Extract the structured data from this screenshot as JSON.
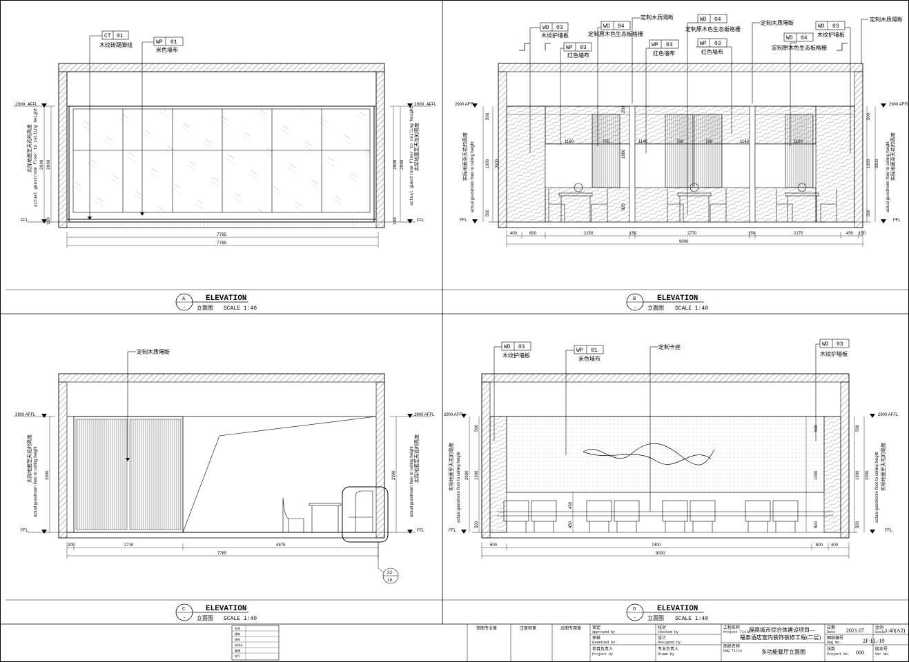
{
  "elevations": {
    "A": {
      "letter": "A",
      "title": "ELEVATION",
      "subtitle": "立面图",
      "scale": "SCALE 1:40",
      "callouts": [
        {
          "code": "CT",
          "num": "01",
          "desc": "木纹砖踢脚线"
        },
        {
          "code": "WP",
          "num": "01",
          "desc": "米色墙布"
        }
      ],
      "left_height_note_cn": "实际地面至天花的高度",
      "left_height_note_en": "actual guestroom floor to ceiling height",
      "level_top": "2900 AFFL",
      "level_floor": "FFL",
      "dims_left": [
        "2900",
        "2800",
        "100"
      ],
      "dims_right": [
        "2800",
        "2900",
        "100"
      ],
      "width_dims": [
        "7785",
        "7785"
      ]
    },
    "B": {
      "letter": "B",
      "title": "ELEVATION",
      "subtitle": "立面图",
      "scale": "SCALE 1:40",
      "callouts": [
        {
          "code": "WD",
          "num": "03",
          "desc": "木纹护墙板"
        },
        {
          "code": "WP",
          "num": "03",
          "desc": "红色墙布"
        },
        {
          "code": "WD",
          "num": "04",
          "desc": "定制原木色生态板格栅"
        },
        {
          "code": "WP",
          "num": "03",
          "desc": "红色墙布"
        },
        {
          "code": "WD",
          "num": "04",
          "desc": "定制原木色生态板格栅"
        },
        {
          "code": "WP",
          "num": "03",
          "desc": "红色墙布"
        },
        {
          "code": "WD",
          "num": "04",
          "desc": "定制原木色生态板格栅"
        },
        {
          "code": "WD",
          "num": "03",
          "desc": "木纹护墙板"
        }
      ],
      "notes": [
        "定制木质隔断",
        "定制木质隔断",
        "定制木质隔断"
      ],
      "level_top": "2900 AFFL",
      "level_floor": "FFL",
      "dims_left": [
        "500",
        "1900",
        "500",
        "2900"
      ],
      "dims_right": [
        "500",
        "1900",
        "500",
        "2900"
      ],
      "inner_dims": [
        "1160",
        "700",
        "1880",
        "1140",
        "700",
        "700",
        "1140",
        "1160",
        "200",
        "820"
      ],
      "bottom_dims": [
        "400",
        "600",
        "2150",
        "150",
        "2770",
        "150",
        "2175",
        "450",
        "150"
      ],
      "total": "9000"
    },
    "C": {
      "letter": "C",
      "title": "ELEVATION",
      "subtitle": "立面图",
      "scale": "SCALE 1:40",
      "note": "定制木质隔断",
      "level_top": "2900 AFFL",
      "level_floor": "FFL",
      "dims_left": [
        "2900"
      ],
      "dims_right": [
        "2900"
      ],
      "bottom_dims": [
        "200",
        "2710",
        "4875"
      ],
      "total": "7785",
      "detail_num": "22",
      "detail_sheet": "10"
    },
    "D": {
      "letter": "D",
      "title": "ELEVATION",
      "subtitle": "立面图",
      "scale": "SCALE 1:40",
      "callouts": [
        {
          "code": "WD",
          "num": "03",
          "desc": "木纹护墙板"
        },
        {
          "code": "WP",
          "num": "01",
          "desc": "米色墙布"
        },
        {
          "code": "WD",
          "num": "03",
          "desc": "木纹护墙板"
        }
      ],
      "note": "定制卡座",
      "level_top": "2900 AFFL",
      "level_floor": "FFL",
      "dims_left": [
        "500",
        "1900",
        "500",
        "2900"
      ],
      "dims_right": [
        "500",
        "1900",
        "500",
        "2900"
      ],
      "inner_dims": [
        "500",
        "1900",
        "500",
        "450",
        "450"
      ],
      "bottom_dims": [
        "600",
        "7400",
        "600",
        "400"
      ],
      "total": "9000"
    }
  },
  "title_block": {
    "stamps": [
      "审图专业章",
      "注册师章",
      "出图专用章"
    ],
    "approved_by": "审定",
    "approved_by_en": "Approved by",
    "checked_by": "校对",
    "checked_by_en": "Checked by",
    "examined_by": "审核",
    "examined_by_en": "Examined by",
    "designed_by": "设计",
    "designed_by_en": "Designed by",
    "project_lead": "项目负责人",
    "project_lead_en": "Project by",
    "drawn_lead": "专业负责人",
    "drawn_lead_en": "Drawn by",
    "project_title_label": "工程名称",
    "project_title_label_en": "Project Title",
    "project_title_1": "福鼎城市综合体建设项目—",
    "project_title_2": "福泰酒店室内装饰装修工程(二层)",
    "dwg_title_label": "图纸名称",
    "dwg_title_label_en": "Dwg Title",
    "dwg_title": "多功能餐厅立面图",
    "date_label": "日期",
    "date_label_en": "Date",
    "date": "2021.07",
    "scale_label": "比例",
    "scale_label_en": "Scale",
    "scale": "1:40(A2)",
    "dwg_no_label": "图纸编号",
    "dwg_no_label_en": "Dwg No.",
    "dwg_no": "2F-EL-19",
    "sheets_label": "张数",
    "sheets_label_en": "Project No.",
    "sheets": "000",
    "version_label": "版本号",
    "version_label_en": "Ver No."
  },
  "stamp_box_rows": [
    "会签",
    "建筑",
    "结构",
    "给排水",
    "暖通",
    "电气"
  ]
}
